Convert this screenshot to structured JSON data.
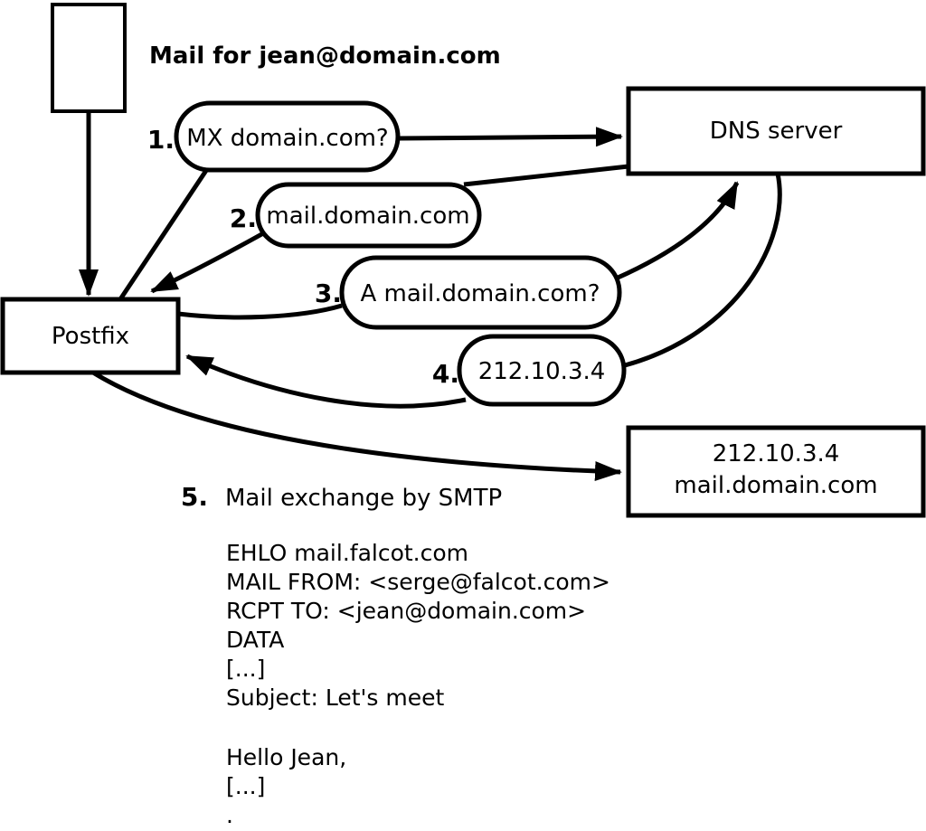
{
  "note": {
    "text": "Mail for jean@domain.com"
  },
  "nodes": {
    "postfix": {
      "label": "Postfix"
    },
    "dns_server": {
      "label": "DNS server"
    },
    "mail_host": {
      "ip": "212.10.3.4",
      "hostname": "mail.domain.com"
    }
  },
  "steps": [
    {
      "num": "1.",
      "label": "MX domain.com?"
    },
    {
      "num": "2.",
      "label": "mail.domain.com"
    },
    {
      "num": "3.",
      "label": "A mail.domain.com?"
    },
    {
      "num": "4.",
      "label": "212.10.3.4"
    },
    {
      "num": "5.",
      "label": "Mail exchange by SMTP"
    }
  ],
  "smtp_session": {
    "lines": [
      "EHLO mail.falcot.com",
      "MAIL FROM: <serge@falcot.com>",
      "RCPT TO: <jean@domain.com>",
      "DATA",
      "[...]",
      "Subject: Let's meet",
      "",
      "Hello Jean,",
      "[...]",
      "."
    ]
  },
  "colors": {
    "stroke": "#000000",
    "fill": "#ffffff",
    "background": "#ffffff"
  }
}
